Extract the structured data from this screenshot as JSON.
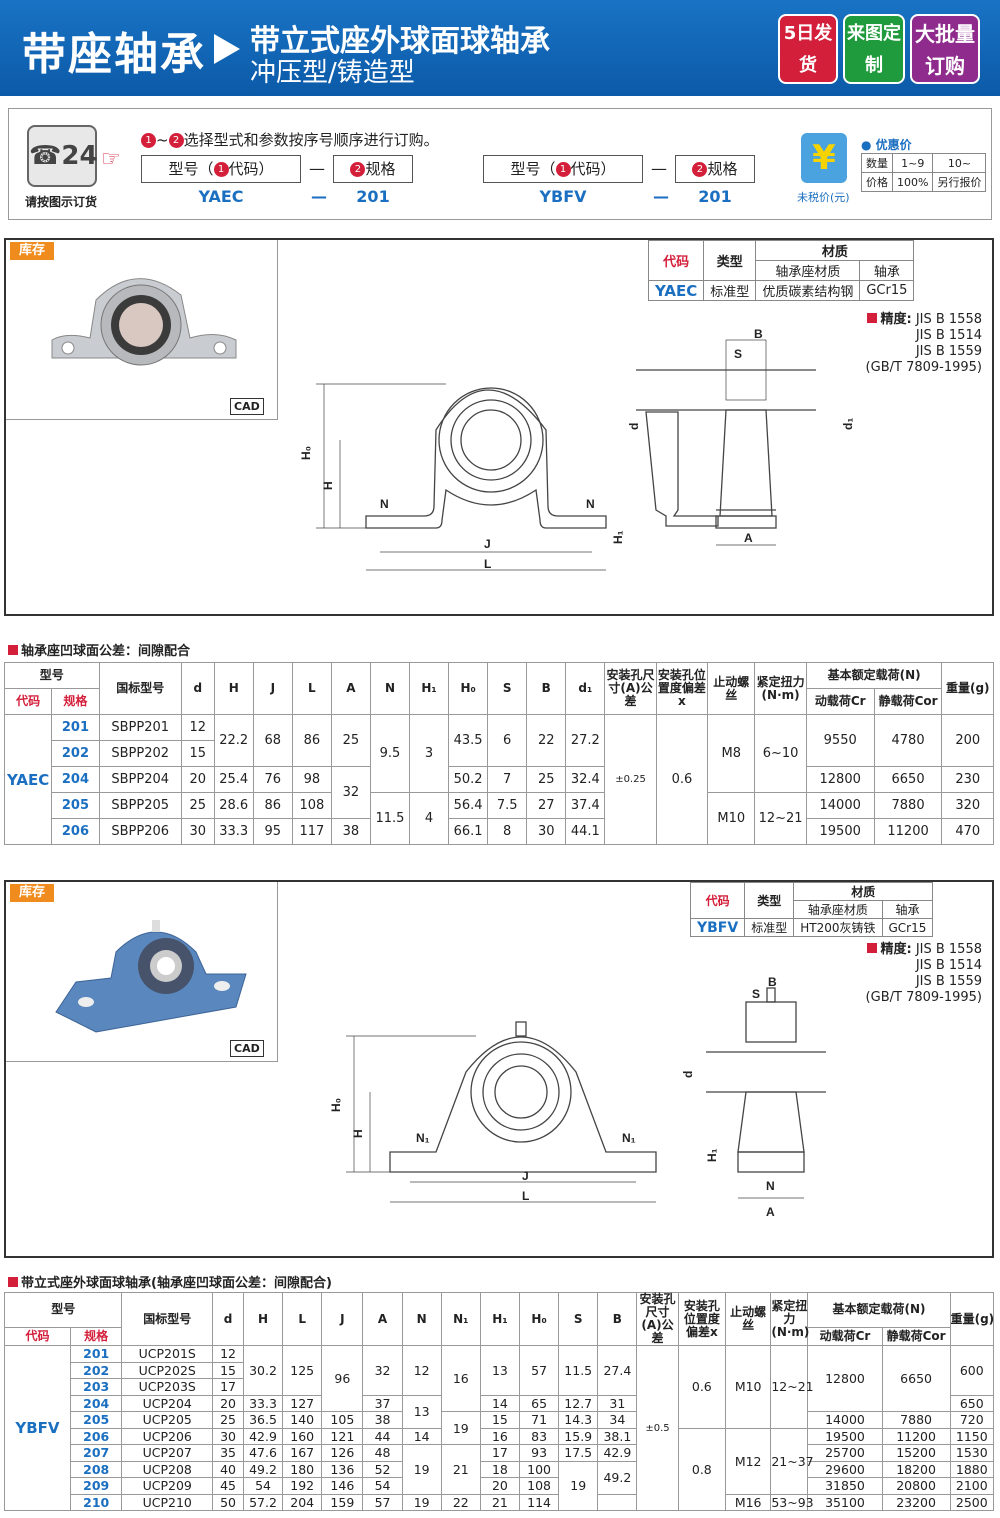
{
  "header": {
    "title": "带座轴承",
    "subtitle": "带立式座外球面球轴承",
    "subtitle2": "冲压型/铸造型",
    "badges": [
      {
        "text": "5日发货",
        "color": "#d41f3b"
      },
      {
        "text": "来图定制",
        "color": "#1f9a3c"
      },
      {
        "text": "大批量订购",
        "color": "#8e2b8c"
      }
    ]
  },
  "order": {
    "phone_label": "请按图示订货",
    "phone_text": "☎24",
    "instruction": "选择型式和参数按序号顺序进行订购。",
    "model_label": "型号（",
    "code_label": "代码）",
    "spec_label": "规格",
    "examples": [
      {
        "model": "YAEC",
        "spec": "201"
      },
      {
        "model": "YBFV",
        "spec": "201"
      }
    ],
    "dash": "—",
    "discount": {
      "title": "优惠价",
      "qty_label": "数量",
      "qty1": "1~9",
      "qty2": "10~",
      "price_label": "价格",
      "price1": "100%",
      "price2": "另行报价",
      "tax_label": "未税价(元)"
    }
  },
  "panel1": {
    "stock": "库存",
    "cad": "CAD",
    "mat_headers": {
      "code": "代码",
      "type": "类型",
      "material": "材质",
      "housing": "轴承座材质",
      "bearing": "轴承"
    },
    "mat_row": {
      "code": "YAEC",
      "type": "标准型",
      "housing": "优质碳素结构钢",
      "bearing": "GCr15"
    },
    "precision_label": "精度:",
    "precision": [
      "JIS B 1558",
      "JIS B 1514",
      "JIS B 1559",
      "(GB/T 7809-1995)"
    ]
  },
  "table1": {
    "title": "轴承座凹球面公差：间隙配合",
    "headers": [
      "型号",
      "代码",
      "规格",
      "国标型号",
      "d",
      "H",
      "J",
      "L",
      "A",
      "N",
      "H₁",
      "H₀",
      "S",
      "B",
      "d₁",
      "安装孔尺寸(A)公差",
      "安装孔位置度偏差x",
      "止动螺丝",
      "紧定扭力(N·m)",
      "基本额定载荷(N)",
      "动载荷Cr",
      "静载荷Cor",
      "重量(g)"
    ],
    "code": "YAEC",
    "rows": [
      {
        "spec": "201",
        "gb": "SBPP201",
        "d": "12",
        "H": "22.2",
        "J": "68",
        "L": "86",
        "A": "25",
        "N": "9.5",
        "H1": "3",
        "H0": "43.5",
        "S": "6",
        "B": "22",
        "d1": "27.2",
        "tol": "±0.25",
        "x": "0.6",
        "screw": "M8",
        "torque": "6~10",
        "Cr": "9550",
        "Cor": "4780",
        "w": "200"
      },
      {
        "spec": "202",
        "gb": "SBPP202",
        "d": "15"
      },
      {
        "spec": "204",
        "gb": "SBPP204",
        "d": "20",
        "H": "25.4",
        "J": "76",
        "L": "98",
        "A": "32",
        "H0": "50.2",
        "S": "7",
        "B": "25",
        "d1": "32.4",
        "Cr": "12800",
        "Cor": "6650",
        "w": "230"
      },
      {
        "spec": "205",
        "gb": "SBPP205",
        "d": "25",
        "H": "28.6",
        "J": "86",
        "L": "108",
        "N": "11.5",
        "H1": "4",
        "H0": "56.4",
        "S": "7.5",
        "B": "27",
        "d1": "37.4",
        "screw": "M10",
        "torque": "12~21",
        "Cr": "14000",
        "Cor": "7880",
        "w": "320"
      },
      {
        "spec": "206",
        "gb": "SBPP206",
        "d": "30",
        "H": "33.3",
        "J": "95",
        "L": "117",
        "A": "38",
        "H0": "66.1",
        "S": "8",
        "B": "30",
        "d1": "44.1",
        "Cr": "19500",
        "Cor": "11200",
        "w": "470"
      }
    ]
  },
  "panel2": {
    "stock": "库存",
    "cad": "CAD",
    "mat_row": {
      "code": "YBFV",
      "type": "标准型",
      "housing": "HT200灰铸铁",
      "bearing": "GCr15"
    }
  },
  "table2": {
    "title": "带立式座外球面球轴承(轴承座凹球面公差：间隙配合)",
    "headers": [
      "型号",
      "代码",
      "规格",
      "国标型号",
      "d",
      "H",
      "L",
      "J",
      "A",
      "N",
      "N₁",
      "H₁",
      "H₀",
      "S",
      "B",
      "安装孔尺寸(A)公差",
      "安装孔位置度偏差x",
      "止动螺丝",
      "紧定扭力(N·m)",
      "基本额定载荷(N)",
      "动载荷Cr",
      "静载荷Cor",
      "重量(g)"
    ],
    "code": "YBFV",
    "rows": [
      {
        "spec": "201",
        "gb": "UCP201S",
        "d": "12"
      },
      {
        "spec": "202",
        "gb": "UCP202S",
        "d": "15",
        "H": "30.2",
        "L": "125",
        "J": "96",
        "A": "32",
        "N": "12",
        "N1": "16",
        "H1": "13",
        "H0": "57",
        "S": "11.5",
        "B": "27.4",
        "Cr": "12800",
        "Cor": "6650",
        "w": "600"
      },
      {
        "spec": "203",
        "gb": "UCP203S",
        "d": "17"
      },
      {
        "spec": "204",
        "gb": "UCP204",
        "d": "20",
        "H": "33.3",
        "L": "127",
        "A": "37",
        "H1": "14",
        "H0": "65",
        "S": "12.7",
        "B": "31",
        "w": "650"
      },
      {
        "spec": "205",
        "gb": "UCP205",
        "d": "25",
        "H": "36.5",
        "L": "140",
        "J": "105",
        "A": "38",
        "H1": "15",
        "H0": "71",
        "S": "14.3",
        "B": "34",
        "Cr": "14000",
        "Cor": "7880",
        "w": "720"
      },
      {
        "spec": "206",
        "gb": "UCP206",
        "d": "30",
        "H": "42.9",
        "L": "160",
        "J": "121",
        "A": "44",
        "N": "14",
        "H1": "16",
        "H0": "83",
        "S": "15.9",
        "B": "38.1",
        "Cr": "19500",
        "Cor": "11200",
        "w": "1150"
      },
      {
        "spec": "207",
        "gb": "UCP207",
        "d": "35",
        "H": "47.6",
        "L": "167",
        "J": "126",
        "A": "48",
        "H1": "17",
        "H0": "93",
        "S": "17.5",
        "B": "42.9",
        "Cr": "25700",
        "Cor": "15200",
        "w": "1530"
      },
      {
        "spec": "208",
        "gb": "UCP208",
        "d": "40",
        "H": "49.2",
        "L": "180",
        "J": "136",
        "A": "52",
        "H1": "18",
        "H0": "100",
        "Cr": "29600",
        "Cor": "18200",
        "w": "1880"
      },
      {
        "spec": "209",
        "gb": "UCP209",
        "d": "45",
        "H": "54",
        "L": "192",
        "J": "146",
        "A": "54",
        "H1": "20",
        "H0": "108",
        "Cr": "31850",
        "Cor": "20800",
        "w": "2100"
      },
      {
        "spec": "210",
        "gb": "UCP210",
        "d": "50",
        "H": "57.2",
        "L": "204",
        "J": "159",
        "A": "57",
        "N": "19",
        "N1": "22",
        "H1": "21",
        "H0": "114",
        "screw": "M16",
        "torque": "53~93",
        "Cr": "35100",
        "Cor": "23200",
        "w": "2500"
      }
    ],
    "merged": {
      "N_205": "13",
      "N1_206": "19",
      "N1_208": "21",
      "S_208": "19",
      "B_208": "49.2",
      "tol": "±0.5",
      "x1": "0.6",
      "x2": "0.8",
      "screw1": "M10",
      "torque1": "12~21",
      "screw2": "M12",
      "torque2": "21~37"
    }
  }
}
